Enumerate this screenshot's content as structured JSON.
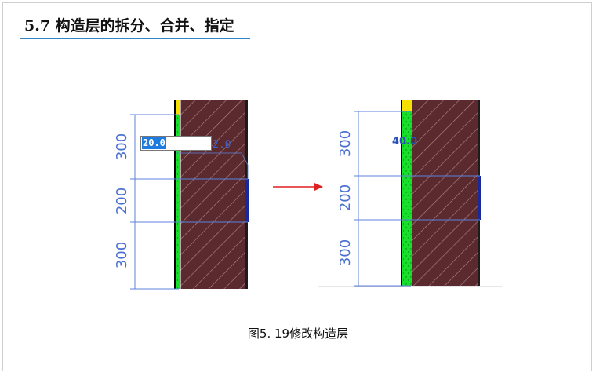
{
  "title": "5.7 构造层的拆分、合并、指定",
  "caption": "图5. 19修改构造层",
  "left": {
    "dims": [
      "300",
      "200",
      "300"
    ],
    "edit_value": "20.0",
    "ghost_label": "2.0"
  },
  "right": {
    "dims": [
      "300",
      "200",
      "300"
    ],
    "label": "40.0"
  },
  "colors": {
    "accent_line": "#2f86c8",
    "dimension": "#4a6fd0",
    "brick": "#5a2a2e",
    "insulation": "#16e02a",
    "cap": "#f5e000",
    "arrow": "#e02020"
  }
}
